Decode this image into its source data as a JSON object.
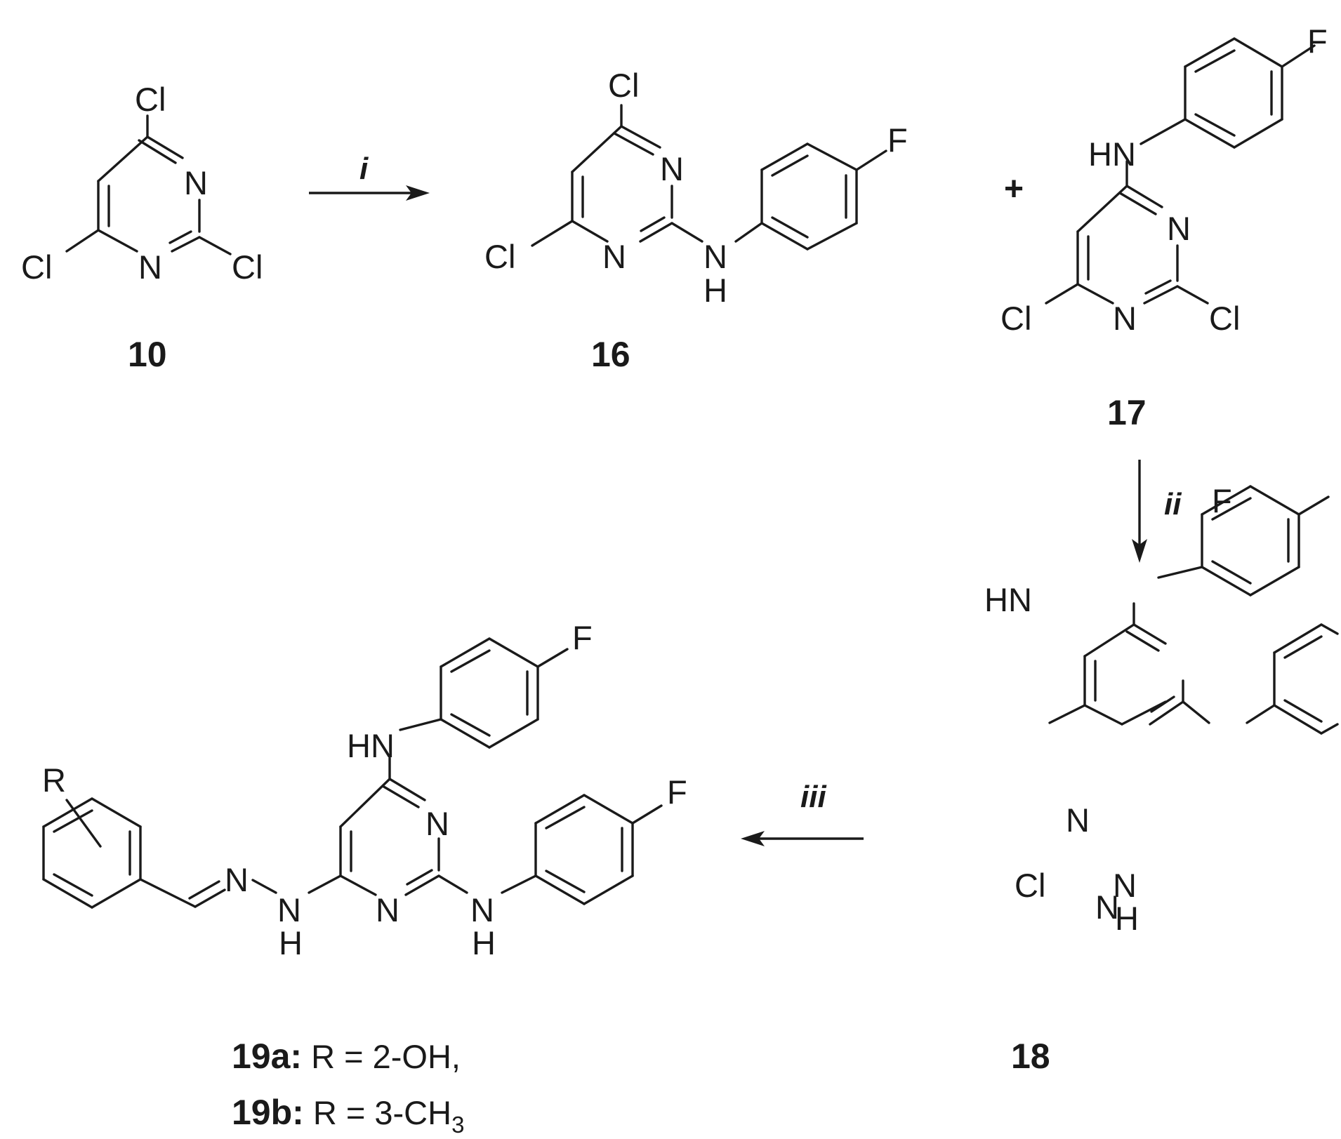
{
  "atoms": {
    "Cl": "Cl",
    "N": "N",
    "H": "H",
    "HN": "HN",
    "F": "F",
    "R": "R"
  },
  "compounds": {
    "c10": "10",
    "c16": "16",
    "c17": "17",
    "c18": "18",
    "c19a_label": "19a:",
    "c19a_desc": " R = 2-OH,",
    "c19b_label": "19b:",
    "c19b_desc": " R = 3-CH",
    "c19b_sub": "3"
  },
  "reagents": {
    "step1": "i",
    "step2": "ii",
    "step3": "iii"
  },
  "plus_sign": "+"
}
